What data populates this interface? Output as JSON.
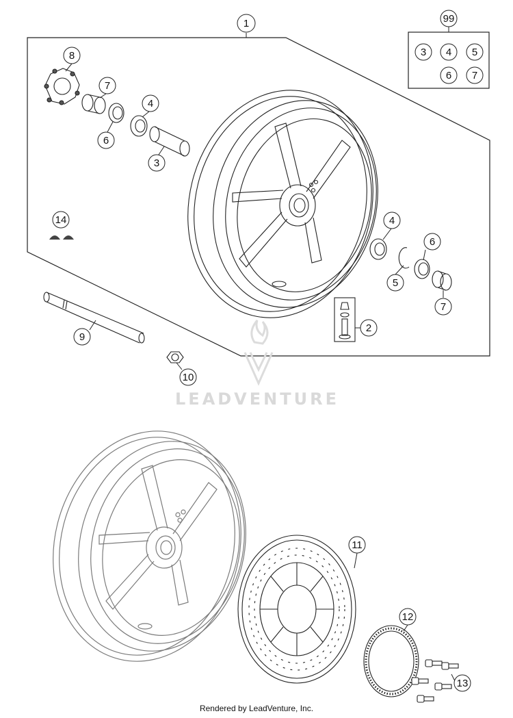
{
  "callouts": {
    "c1": "1",
    "c2": "2",
    "c3": "3",
    "c3b": "3",
    "c4a": "4",
    "c4b": "4",
    "c4k": "4",
    "c5b": "5",
    "c5k": "5",
    "c6a": "6",
    "c6b": "6",
    "c6k": "6",
    "c7a": "7",
    "c7b": "7",
    "c7k": "7",
    "c8": "8",
    "c9": "9",
    "c10": "10",
    "c11": "11",
    "c12": "12",
    "c13": "13",
    "c14": "14",
    "c99": "99"
  },
  "watermark": "LEADVENTURE",
  "footer": "Rendered by LeadVenture, Inc."
}
